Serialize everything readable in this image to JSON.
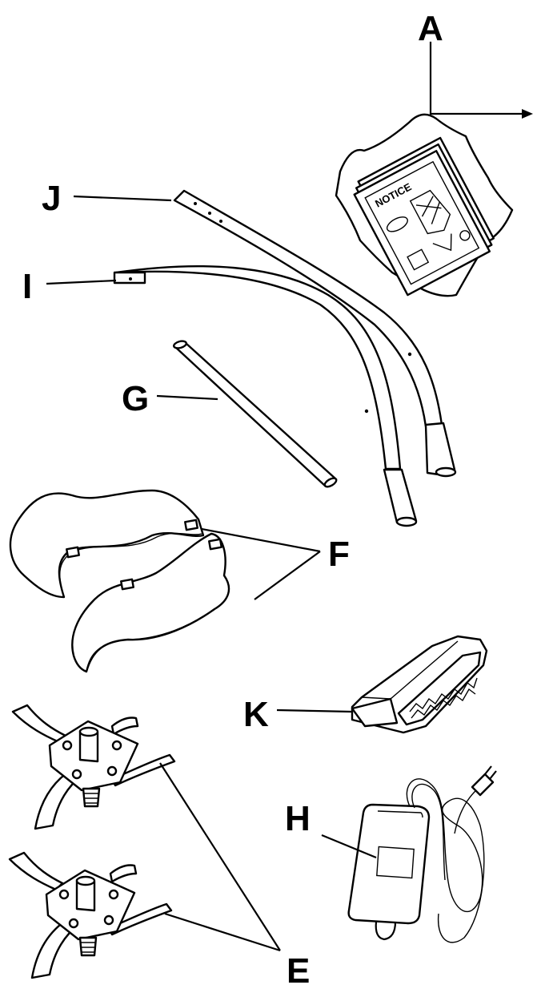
{
  "labels": {
    "A": "A",
    "J": "J",
    "I": "I",
    "G": "G",
    "F": "F",
    "K": "K",
    "H": "H",
    "E": "E"
  },
  "document_packet": {
    "notice_text": "NOTICE"
  },
  "colors": {
    "ink": "#000000",
    "paper": "#ffffff"
  }
}
